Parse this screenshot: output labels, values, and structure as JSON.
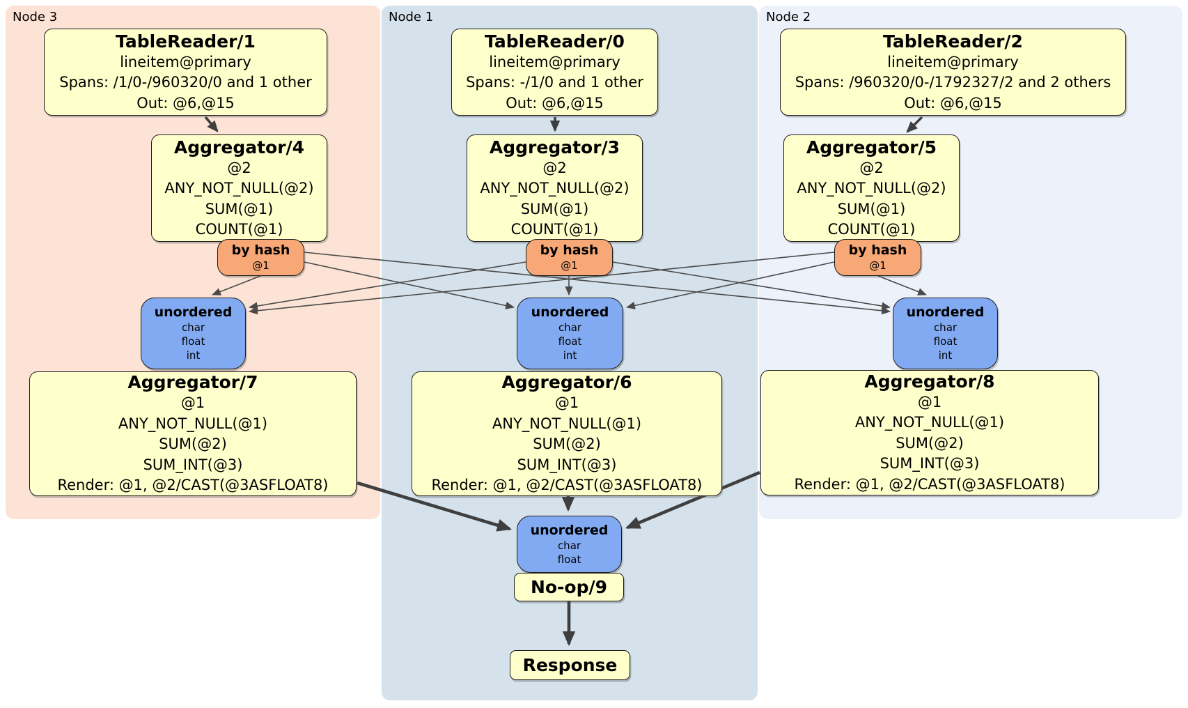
{
  "panels": [
    {
      "id": "node3",
      "label": "Node 3"
    },
    {
      "id": "node1",
      "label": "Node 1"
    },
    {
      "id": "node2",
      "label": "Node 2"
    }
  ],
  "nodes": {
    "tr1": {
      "title": "TableReader/1",
      "lines": [
        "lineitem@primary",
        "Spans: /1/0-/960320/0 and 1 other",
        "Out: @6,@15"
      ]
    },
    "agg4": {
      "title": "Aggregator/4",
      "lines": [
        "@2",
        "ANY_NOT_NULL(@2)",
        "SUM(@1)",
        "COUNT(@1)"
      ]
    },
    "byhash3": {
      "title": "by hash",
      "sub": "@1"
    },
    "uno3": {
      "title": "unordered",
      "lines": [
        "char",
        "float",
        "int"
      ]
    },
    "agg7": {
      "title": "Aggregator/7",
      "lines": [
        "@1",
        "ANY_NOT_NULL(@1)",
        "SUM(@2)",
        "SUM_INT(@3)",
        "Render: @1, @2/CAST(@3ASFLOAT8)"
      ]
    },
    "tr0": {
      "title": "TableReader/0",
      "lines": [
        "lineitem@primary",
        "Spans: -/1/0 and 1 other",
        "Out: @6,@15"
      ]
    },
    "agg3": {
      "title": "Aggregator/3",
      "lines": [
        "@2",
        "ANY_NOT_NULL(@2)",
        "SUM(@1)",
        "COUNT(@1)"
      ]
    },
    "byhash1": {
      "title": "by hash",
      "sub": "@1"
    },
    "uno1": {
      "title": "unordered",
      "lines": [
        "char",
        "float",
        "int"
      ]
    },
    "agg6": {
      "title": "Aggregator/6",
      "lines": [
        "@1",
        "ANY_NOT_NULL(@1)",
        "SUM(@2)",
        "SUM_INT(@3)",
        "Render: @1, @2/CAST(@3ASFLOAT8)"
      ]
    },
    "tr2": {
      "title": "TableReader/2",
      "lines": [
        "lineitem@primary",
        "Spans: /960320/0-/1792327/2 and 2 others",
        "Out: @6,@15"
      ]
    },
    "agg5": {
      "title": "Aggregator/5",
      "lines": [
        "@2",
        "ANY_NOT_NULL(@2)",
        "SUM(@1)",
        "COUNT(@1)"
      ]
    },
    "byhash2": {
      "title": "by hash",
      "sub": "@1"
    },
    "uno2": {
      "title": "unordered",
      "lines": [
        "char",
        "float",
        "int"
      ]
    },
    "agg8": {
      "title": "Aggregator/8",
      "lines": [
        "@1",
        "ANY_NOT_NULL(@1)",
        "SUM(@2)",
        "SUM_INT(@3)",
        "Render: @1, @2/CAST(@3ASFLOAT8)"
      ]
    },
    "unoFinal": {
      "title": "unordered",
      "lines": [
        "char",
        "float"
      ]
    },
    "noop": {
      "title": "No-op/9"
    },
    "response": {
      "title": "Response"
    }
  },
  "edges": [
    {
      "from": "TableReader/1",
      "to": "Aggregator/4"
    },
    {
      "from": "TableReader/0",
      "to": "Aggregator/3"
    },
    {
      "from": "TableReader/2",
      "to": "Aggregator/5"
    },
    {
      "from": "Aggregator/4 by hash",
      "to": "unordered (Node 3)"
    },
    {
      "from": "Aggregator/4 by hash",
      "to": "unordered (Node 1)"
    },
    {
      "from": "Aggregator/4 by hash",
      "to": "unordered (Node 2)"
    },
    {
      "from": "Aggregator/3 by hash",
      "to": "unordered (Node 3)"
    },
    {
      "from": "Aggregator/3 by hash",
      "to": "unordered (Node 1)"
    },
    {
      "from": "Aggregator/3 by hash",
      "to": "unordered (Node 2)"
    },
    {
      "from": "Aggregator/5 by hash",
      "to": "unordered (Node 3)"
    },
    {
      "from": "Aggregator/5 by hash",
      "to": "unordered (Node 1)"
    },
    {
      "from": "Aggregator/5 by hash",
      "to": "unordered (Node 2)"
    },
    {
      "from": "Aggregator/7",
      "to": "unordered (final)"
    },
    {
      "from": "Aggregator/6",
      "to": "unordered (final)"
    },
    {
      "from": "Aggregator/8",
      "to": "unordered (final)"
    },
    {
      "from": "unordered (final)",
      "to": "No-op/9"
    },
    {
      "from": "No-op/9",
      "to": "Response"
    }
  ],
  "colors": {
    "node3_panel": "#fce3d5",
    "node1_panel": "#d5e2eb",
    "node2_panel": "#edf1f9",
    "processor_box": "#ffffcc",
    "hash_router": "#f8a877",
    "unordered_sync": "#82aaf2",
    "edge": "#4a4a4a"
  }
}
